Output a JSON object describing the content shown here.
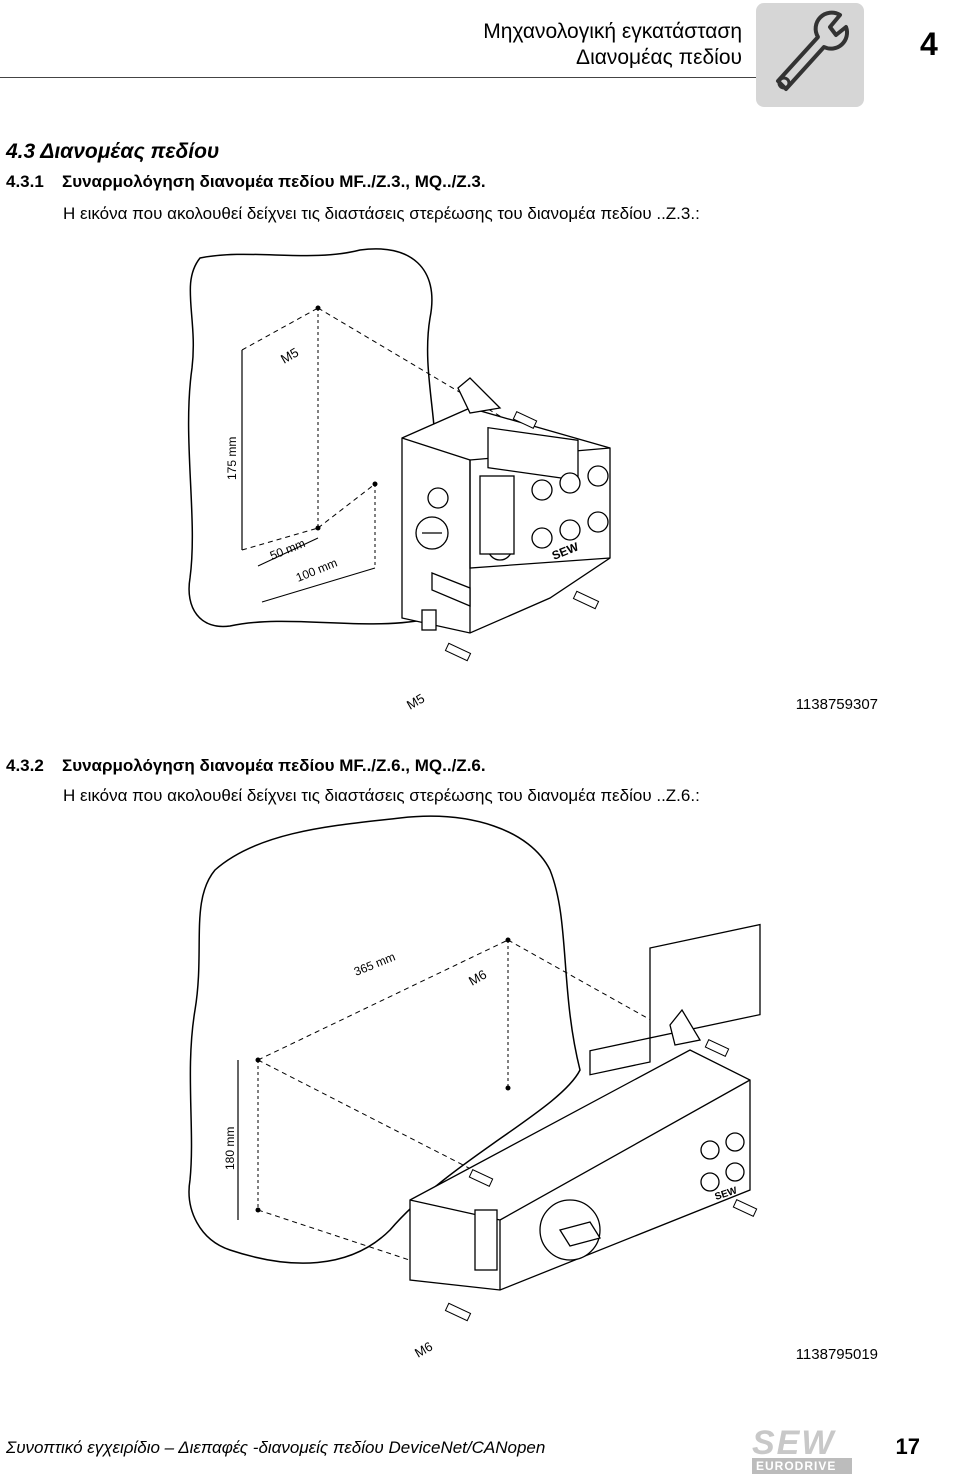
{
  "header": {
    "title": "Μηχανολογική εγκατάσταση",
    "subtitle": "Διανομέας πεδίου",
    "chapter_number": "4",
    "icon": "wrench-icon"
  },
  "section": {
    "heading": "4.3    Διανομέας πεδίου"
  },
  "subsection1": {
    "number": "4.3.1",
    "title": "Συναρμολόγηση διανομέα πεδίου MF../Z.3., MQ../Z.3.",
    "text": "Η εικόνα που ακολουθεί δείχνει τις διαστάσεις στερέωσης του διανομέα πεδίου ..Z.3.:",
    "figure": {
      "label_m5_top": "M5",
      "label_height": "175 mm",
      "label_50": "50 mm",
      "label_100": "100 mm",
      "label_m5_bottom": "M5",
      "brand": "SEW",
      "figure_id": "1138759307"
    }
  },
  "subsection2": {
    "number": "4.3.2",
    "title": "Συναρμολόγηση διανομέα πεδίου MF../Z.6., MQ../Z.6.",
    "text": "Η εικόνα που ακολουθεί δείχνει τις διαστάσεις στερέωσης του διανομέα πεδίου ..Z.6.:",
    "figure": {
      "label_width": "365 mm",
      "label_m6_top": "M6",
      "label_height": "180 mm",
      "label_m6_bottom": "M6",
      "brand": "SEW",
      "figure_id": "1138795019"
    }
  },
  "footer": {
    "text": "Συνοπτικό εγχειρίδιο – Διεπαφές -διανομείς πεδίου DeviceNet/CANopen",
    "logo_top": "SEW",
    "logo_bottom": "EURODRIVE",
    "page_number": "17"
  }
}
